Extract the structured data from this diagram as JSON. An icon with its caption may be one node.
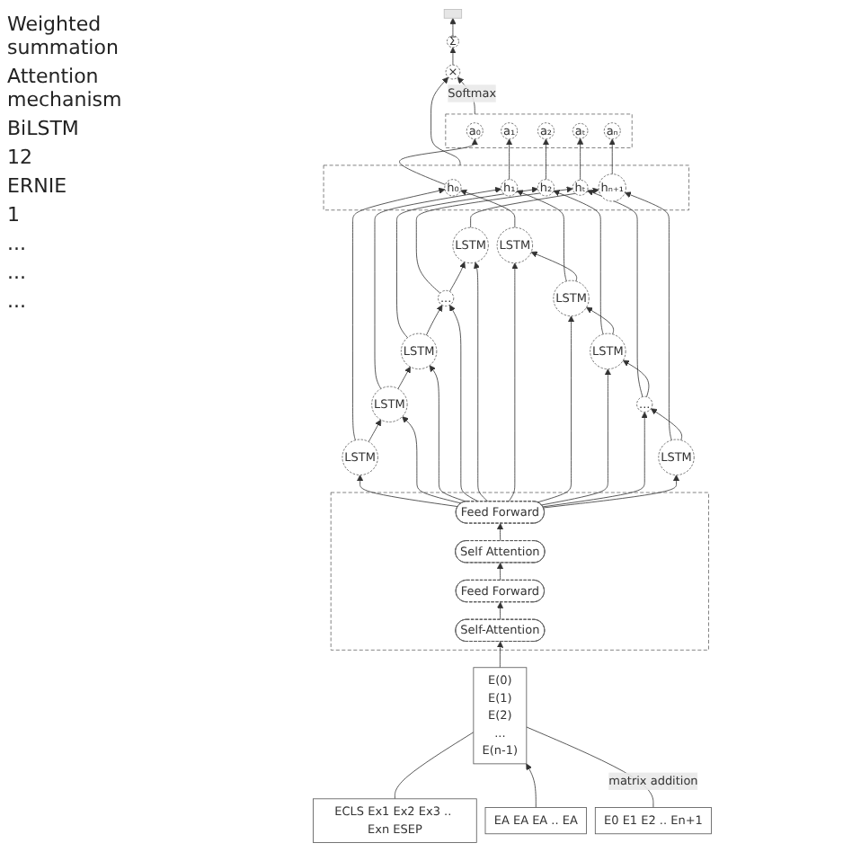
{
  "diagram": {
    "nodes": [
      {
        "text": [],
        "shape": "box"
      },
      {
        "text": [
          "Σ"
        ]
      },
      {
        "text": [
          "×"
        ]
      },
      {
        "text": [],
        "shape": "box"
      },
      {
        "text": [
          "a₀"
        ],
        "in": 3
      },
      {
        "text": [
          "a₁"
        ],
        "in": 3
      },
      {
        "text": [
          "a₂"
        ],
        "in": 3
      },
      {
        "text": [
          "aₜ"
        ],
        "in": 3
      },
      {
        "text": [
          "aₙ"
        ],
        "in": 3
      },
      {
        "text": [],
        "shape": "box"
      },
      {
        "text": [
          "h₀"
        ],
        "in": 9
      },
      {
        "text": [
          "h₁"
        ],
        "in": 9
      },
      {
        "text": [
          "h₂"
        ],
        "in": 9
      },
      {
        "text": [
          "hₜ"
        ],
        "in": 9
      },
      {
        "text": [
          "hₙ₊₁"
        ],
        "in": 9
      },
      {
        "text": [
          "LSTM"
        ]
      },
      {
        "text": [
          "LSTM"
        ]
      },
      {
        "text": [
          "LSTM"
        ]
      },
      {
        "text": [
          "..."
        ]
      },
      {
        "text": [
          "LSTM"
        ]
      },
      {
        "text": [
          "LSTM"
        ]
      },
      {
        "text": [
          "LSTM"
        ]
      },
      {
        "text": [
          "LSTM"
        ]
      },
      {
        "text": [
          "..."
        ]
      },
      {
        "text": [
          "LSTM"
        ]
      },
      {
        "text": [],
        "shape": "box"
      },
      {
        "text": [
          "Feed Forward"
        ],
        "in": 25
      },
      {
        "text": [
          "Self Attention"
        ],
        "in": 25
      },
      {
        "text": [
          "Feed Forward"
        ],
        "in": 25
      },
      {
        "text": [
          "Self-Attention"
        ],
        "in": 25
      },
      {
        "text": [
          "E(0)",
          "E(1)",
          "E(2)",
          "...",
          "E(n-1)"
        ]
      },
      {
        "text": [
          "ECLS Ex1 Ex2 Ex3 .. Exn ESEP"
        ]
      },
      {
        "text": [
          "EA EA EA .. EA"
        ]
      },
      {
        "text": [
          "E0 E1 E2 .. En+1"
        ]
      }
    ],
    "edges": [
      {
        "from": 1,
        "to": 0,
        "arrow": "to"
      },
      {
        "from": 2,
        "to": 1,
        "arrow": "to"
      },
      {
        "from": 3,
        "to": 2,
        "arrow": "to",
        "label": "Softmax"
      },
      {
        "from": 9,
        "to": 2,
        "arrow": "to"
      },
      {
        "from": 10,
        "to": 4,
        "arrow": "to"
      },
      {
        "from": 11,
        "to": 5,
        "arrow": "to"
      },
      {
        "from": 12,
        "to": 6,
        "arrow": "to"
      },
      {
        "from": 13,
        "to": 7,
        "arrow": "to"
      },
      {
        "from": 14,
        "to": 8,
        "arrow": "to"
      },
      {
        "from": 20,
        "to": 10,
        "arrow": "to"
      },
      {
        "from": 21,
        "to": 11,
        "arrow": "to"
      },
      {
        "from": 22,
        "to": 12,
        "arrow": "to"
      },
      {
        "from": 23,
        "to": 13,
        "arrow": "to"
      },
      {
        "from": 24,
        "to": 14,
        "arrow": "to"
      },
      {
        "from": 15,
        "to": 10,
        "arrow": "to"
      },
      {
        "from": 16,
        "to": 11,
        "arrow": "to"
      },
      {
        "from": 17,
        "to": 12,
        "arrow": "to"
      },
      {
        "from": 18,
        "to": 13,
        "arrow": "to"
      },
      {
        "from": 19,
        "to": 14,
        "arrow": "to"
      },
      {
        "from": 20,
        "to": 21,
        "arrow": "to"
      },
      {
        "from": 21,
        "to": 22,
        "arrow": "to"
      },
      {
        "from": 22,
        "to": 23,
        "arrow": "to"
      },
      {
        "from": 23,
        "to": 24,
        "arrow": "to"
      },
      {
        "from": 19,
        "to": 18,
        "arrow": "to"
      },
      {
        "from": 18,
        "to": 17,
        "arrow": "to"
      },
      {
        "from": 17,
        "to": 16,
        "arrow": "to"
      },
      {
        "from": 16,
        "to": 15,
        "arrow": "to"
      },
      {
        "from": 26,
        "to": 20,
        "arrow": "to"
      },
      {
        "from": 26,
        "to": 21,
        "arrow": "to"
      },
      {
        "from": 26,
        "to": 22,
        "arrow": "to"
      },
      {
        "from": 26,
        "to": 23,
        "arrow": "to"
      },
      {
        "from": 26,
        "to": 24,
        "arrow": "to"
      },
      {
        "from": 26,
        "to": 15,
        "arrow": "to"
      },
      {
        "from": 26,
        "to": 16,
        "arrow": "to"
      },
      {
        "from": 26,
        "to": 17,
        "arrow": "to"
      },
      {
        "from": 26,
        "to": 18,
        "arrow": "to"
      },
      {
        "from": 26,
        "to": 19,
        "arrow": "to"
      },
      {
        "from": 29,
        "to": 28,
        "arrow": "to"
      },
      {
        "from": 28,
        "to": 27,
        "arrow": "to"
      },
      {
        "from": 27,
        "to": 26,
        "arrow": "to"
      },
      {
        "from": 30,
        "to": 29,
        "arrow": "to"
      },
      {
        "from": 31,
        "to": 30,
        "arrow": "none"
      },
      {
        "from": 32,
        "to": 30,
        "arrow": "to"
      },
      {
        "from": 33,
        "to": 30,
        "arrow": "none",
        "label": "matrix addition"
      }
    ],
    "labels": [
      "Weighted summation",
      "Attention mechanism",
      "BiLSTM",
      "12",
      "ERNIE",
      "1",
      "...",
      "...",
      "..."
    ]
  }
}
